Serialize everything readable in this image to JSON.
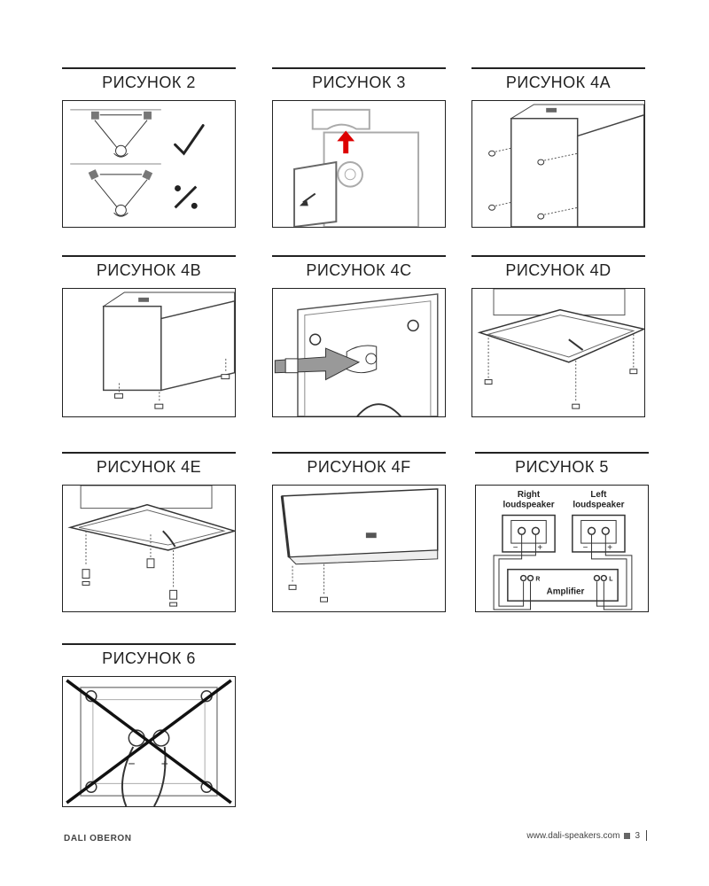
{
  "figures": {
    "fig2": {
      "title": "РИСУНОК 2"
    },
    "fig3": {
      "title": "РИСУНОК 3"
    },
    "fig4a": {
      "title": "РИСУНОК 4A"
    },
    "fig4b": {
      "title": "РИСУНОК 4B"
    },
    "fig4c": {
      "title": "РИСУНОК 4C"
    },
    "fig4d": {
      "title": "РИСУНОК 4D"
    },
    "fig4e": {
      "title": "РИСУНОК 4E"
    },
    "fig4f": {
      "title": "РИСУНОК 4F"
    },
    "fig5": {
      "title": "РИСУНОК 5",
      "right_label_1": "Right",
      "right_label_2": "loudspeaker",
      "left_label_1": "Left",
      "left_label_2": "loudspeaker",
      "minus": "−",
      "plus": "+",
      "amp_label": "Amplifier",
      "amp_r": "R",
      "amp_l": "L"
    },
    "fig6": {
      "title": "РИСУНОК 6",
      "minus": "−",
      "plus": "+"
    }
  },
  "footer": {
    "brand": "DALI OBERON",
    "url": "www.dali-speakers.com",
    "page": "3"
  }
}
